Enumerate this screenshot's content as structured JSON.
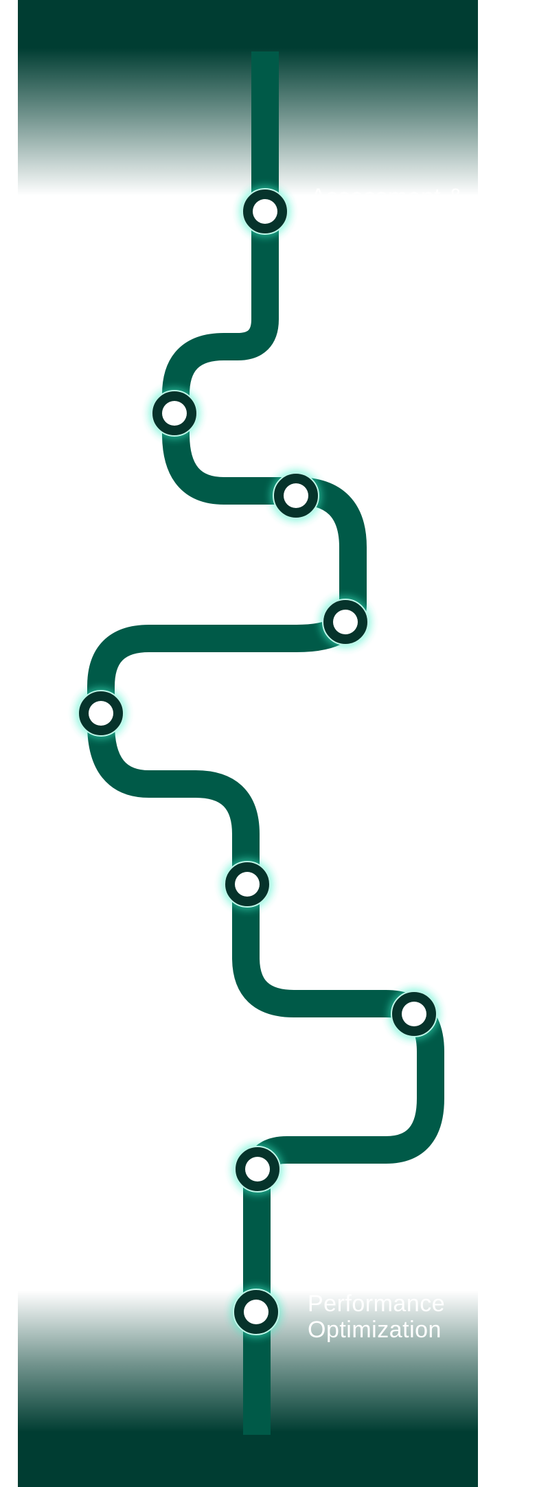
{
  "roadmap": {
    "milestones": [
      {
        "label": "Assessment &"
      },
      {
        "label": ""
      },
      {
        "label": ""
      },
      {
        "label": ""
      },
      {
        "label": ""
      },
      {
        "label": ""
      },
      {
        "label": ""
      },
      {
        "label": ""
      },
      {
        "label_lines": [
          "Performance",
          "Optimization"
        ]
      }
    ]
  },
  "colors": {
    "road": "#005a48",
    "band": "#003d32",
    "node_ring": "#06332b",
    "node_center": "#ffffff",
    "node_glow": "#3ff0c8"
  }
}
